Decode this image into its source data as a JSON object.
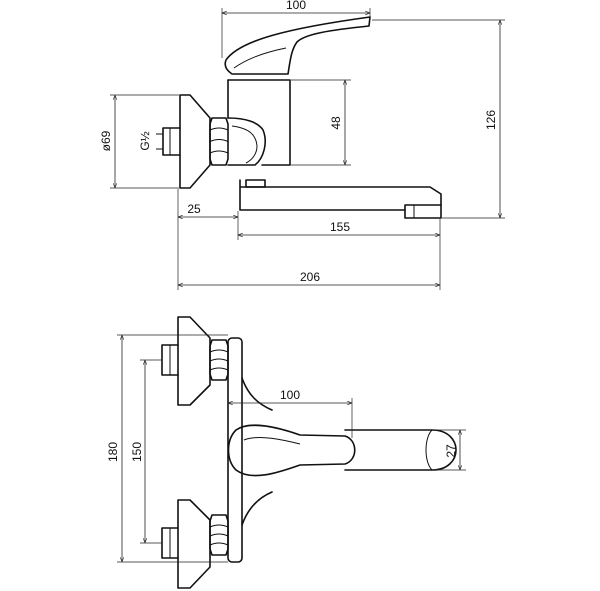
{
  "side_view": {
    "dim_handle_length": "100",
    "dim_overall_height": "126",
    "dim_body_height": "48",
    "dim_flange_diameter": "ø69",
    "dim_thread": "G½",
    "dim_wall_offset": "25",
    "dim_spout_length": "155",
    "dim_overall_length": "206"
  },
  "front_view": {
    "dim_handle_length": "100",
    "dim_spout_width": "27",
    "dim_overall_height": "180",
    "dim_inlet_centers": "150"
  }
}
